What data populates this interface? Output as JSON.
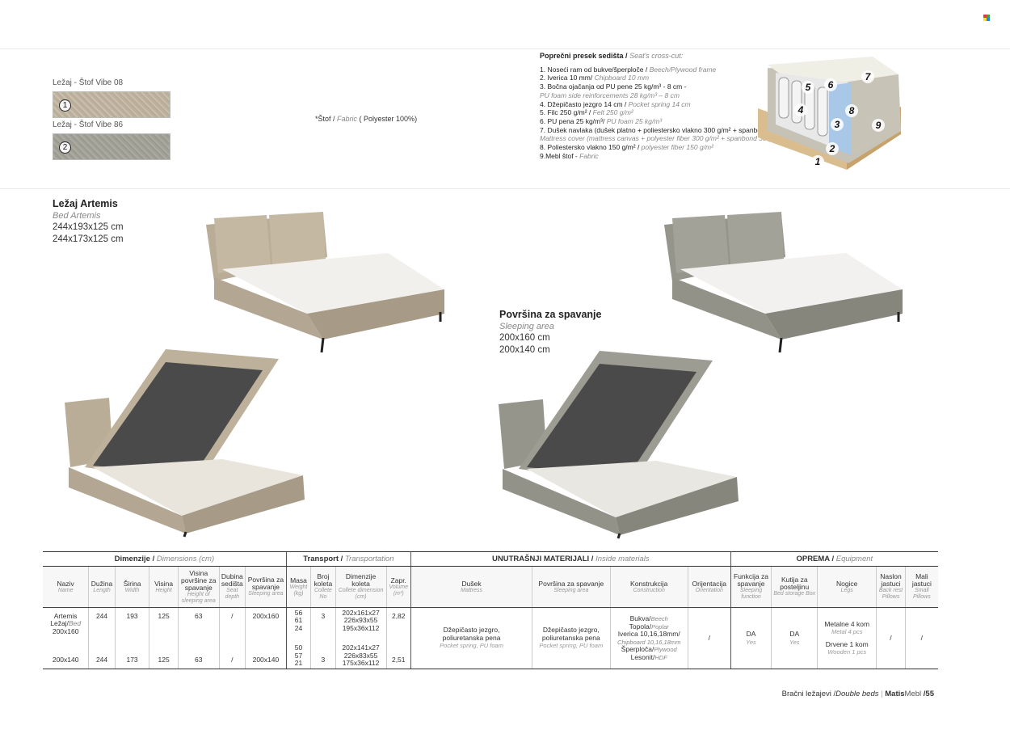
{
  "swatches": [
    {
      "label": "Ležaj - Štof Vibe 08",
      "num": "1",
      "color": "#c1b6a3"
    },
    {
      "label": "Ležaj - Štof Vibe 86",
      "num": "2",
      "color": "#a3a299"
    }
  ],
  "fabric": {
    "prefix": "*Štof / ",
    "en": "Fabric",
    "suffix": " ( Polyester 100%)"
  },
  "crosscut": {
    "title": "Poprečni presek sedišta / ",
    "title_en": "Seat's cross-cut:",
    "lines": [
      {
        "hr": "1. Noseći ram od bukve/šperploče / ",
        "en": "Beech/Plywood frame"
      },
      {
        "hr": "2. Iverica 10 mm/ ",
        "en": "Chipboard 10 mm"
      },
      {
        "hr": "3. Bočna ojačanja od PU pene 25 kg/m³ - 8 cm -",
        "en": ""
      },
      {
        "hr": "",
        "en": "PU foam side reinforcements 28 kg/m³ – 8 cm"
      },
      {
        "hr": "4. Džepičasto jezgro 14 cm / ",
        "en": "Pocket spring 14 cm"
      },
      {
        "hr": "5. Filc  250 g/m² / ",
        "en": "Felt 250 g/m²"
      },
      {
        "hr": "6. PU pena 25 kg/m³/ ",
        "en": "PU foam 25 kg/m³"
      },
      {
        "hr": "7. Dušek navlaka (dušek platno + poliestersko vlakno 300 g/m² + spanbond 30g/m²)",
        "en": ""
      },
      {
        "hr": "",
        "en": "Mattress cover (mattress canvas + polyester fiber 300 g/m² + spanbond 30 g/m² )"
      },
      {
        "hr": "8. Poliestersko vlakno 150 g/m² / ",
        "en": "polyester fiber 150 g/m²"
      },
      {
        "hr": "9.Mebl štof - ",
        "en": "Fabric"
      }
    ],
    "markers": [
      "1",
      "2",
      "3",
      "4",
      "5",
      "6",
      "7",
      "8",
      "9"
    ]
  },
  "product": {
    "name": "Ležaj Artemis",
    "name_en": "Bed Artemis",
    "dims": [
      "244x193x125 cm",
      "244x173x125 cm"
    ]
  },
  "sleeping": {
    "title": "Površina za spavanje",
    "title_en": "Sleeping area",
    "dims": [
      "200x160 cm",
      "200x140 cm"
    ]
  },
  "table": {
    "groups": [
      {
        "hr": "Dimenzije / ",
        "en": "Dimensions (cm)"
      },
      {
        "hr": "Transport / ",
        "en": "Transportation"
      },
      {
        "hr": "UNUTRAŠNJI MATERIJALI / ",
        "en": "Inside materials"
      },
      {
        "hr": "OPREMA / ",
        "en": "Equipment"
      }
    ],
    "headers": [
      {
        "hr": "Naziv",
        "en": "Name"
      },
      {
        "hr": "Dužina",
        "en": "Length"
      },
      {
        "hr": "Širina",
        "en": "Width"
      },
      {
        "hr": "Visina",
        "en": "Height"
      },
      {
        "hr": "Visina površine za spavanje",
        "en": "Height of sleeping area"
      },
      {
        "hr": "Dubina sedišta",
        "en": "Seat depth"
      },
      {
        "hr": "Površina za spavanje",
        "en": "Sleeping area"
      },
      {
        "hr": "Masa",
        "en": "Weight (kg)"
      },
      {
        "hr": "Broj koleta",
        "en": "Collete No"
      },
      {
        "hr": "Dimenzije koleta",
        "en": "Collete dimension (cm)"
      },
      {
        "hr": "Zapr.",
        "en": "Volume (m³)"
      },
      {
        "hr": "Dušek",
        "en": "Mattress"
      },
      {
        "hr": "Površina za spavanje",
        "en": "Sleeping area"
      },
      {
        "hr": "Konstrukcija",
        "en": "Construction"
      },
      {
        "hr": "Orijentacija",
        "en": "Orientation"
      },
      {
        "hr": "Funkcija za spavanje",
        "en": "Sleeping function"
      },
      {
        "hr": "Kutija za posteljinu",
        "en": "Bed storage Box"
      },
      {
        "hr": "Nogice",
        "en": "Legs"
      },
      {
        "hr": "Naslon jastuci",
        "en": "Back rest Pillows"
      },
      {
        "hr": "Mali jastuci",
        "en": "Small Pillows"
      }
    ],
    "rows": [
      {
        "name": "Artemis\nLežaj/",
        "name_en": "Bed",
        "name2": "200x160",
        "length": "244",
        "width": "193",
        "height": "125",
        "sleep_h": "63",
        "depth": "/",
        "area": "200x160",
        "weight": "56\n61\n24",
        "collete_no": "3",
        "collete_dim": "202x161x27\n226x93x55\n195x36x112",
        "volume": "2,82"
      },
      {
        "name": "200x140",
        "length": "244",
        "width": "173",
        "height": "125",
        "sleep_h": "63",
        "depth": "/",
        "area": "200x140",
        "weight": "50\n57\n21",
        "collete_no": "3",
        "collete_dim": "202x141x27\n226x83x55\n175x36x112",
        "volume": "2,51"
      }
    ],
    "shared": {
      "mattress": "Džepičasto jezgro,\npoliuretanska pena",
      "mattress_en": "Pocket spring, PU foam",
      "sleep_area": "Džepičasto jezgro,\npoliuretanska pena",
      "sleep_area_en": "Pocket spring, PU foam",
      "construction": [
        {
          "hr": "Bukva/",
          "en": "Beech"
        },
        {
          "hr": "Topola/",
          "en": "Poplar"
        },
        {
          "hr": "Iverica 10,16,18mm/",
          "en": ""
        },
        {
          "hr": "",
          "en": "Chipboard 10,16,18mm"
        },
        {
          "hr": "Šperploča/",
          "en": "Plywood"
        },
        {
          "hr": "Lesonit/",
          "en": "HDF"
        }
      ],
      "orientation": "/",
      "sleep_fn": "DA",
      "sleep_fn_en": "Yes",
      "storage": "DA",
      "storage_en": "Yes",
      "legs1": "Metalne 4 kom",
      "legs1_en": "Metal 4 pcs",
      "legs2": "Drvene 1 kom",
      "legs2_en": "Wooden 1 pcs",
      "back_pillows": "/",
      "small_pillows": "/"
    }
  },
  "footer": {
    "hr": "Bračni ležajevi /",
    "en": "Double beds",
    "brand": "Matis",
    "brand2": "Mebl",
    "page": "/55"
  }
}
